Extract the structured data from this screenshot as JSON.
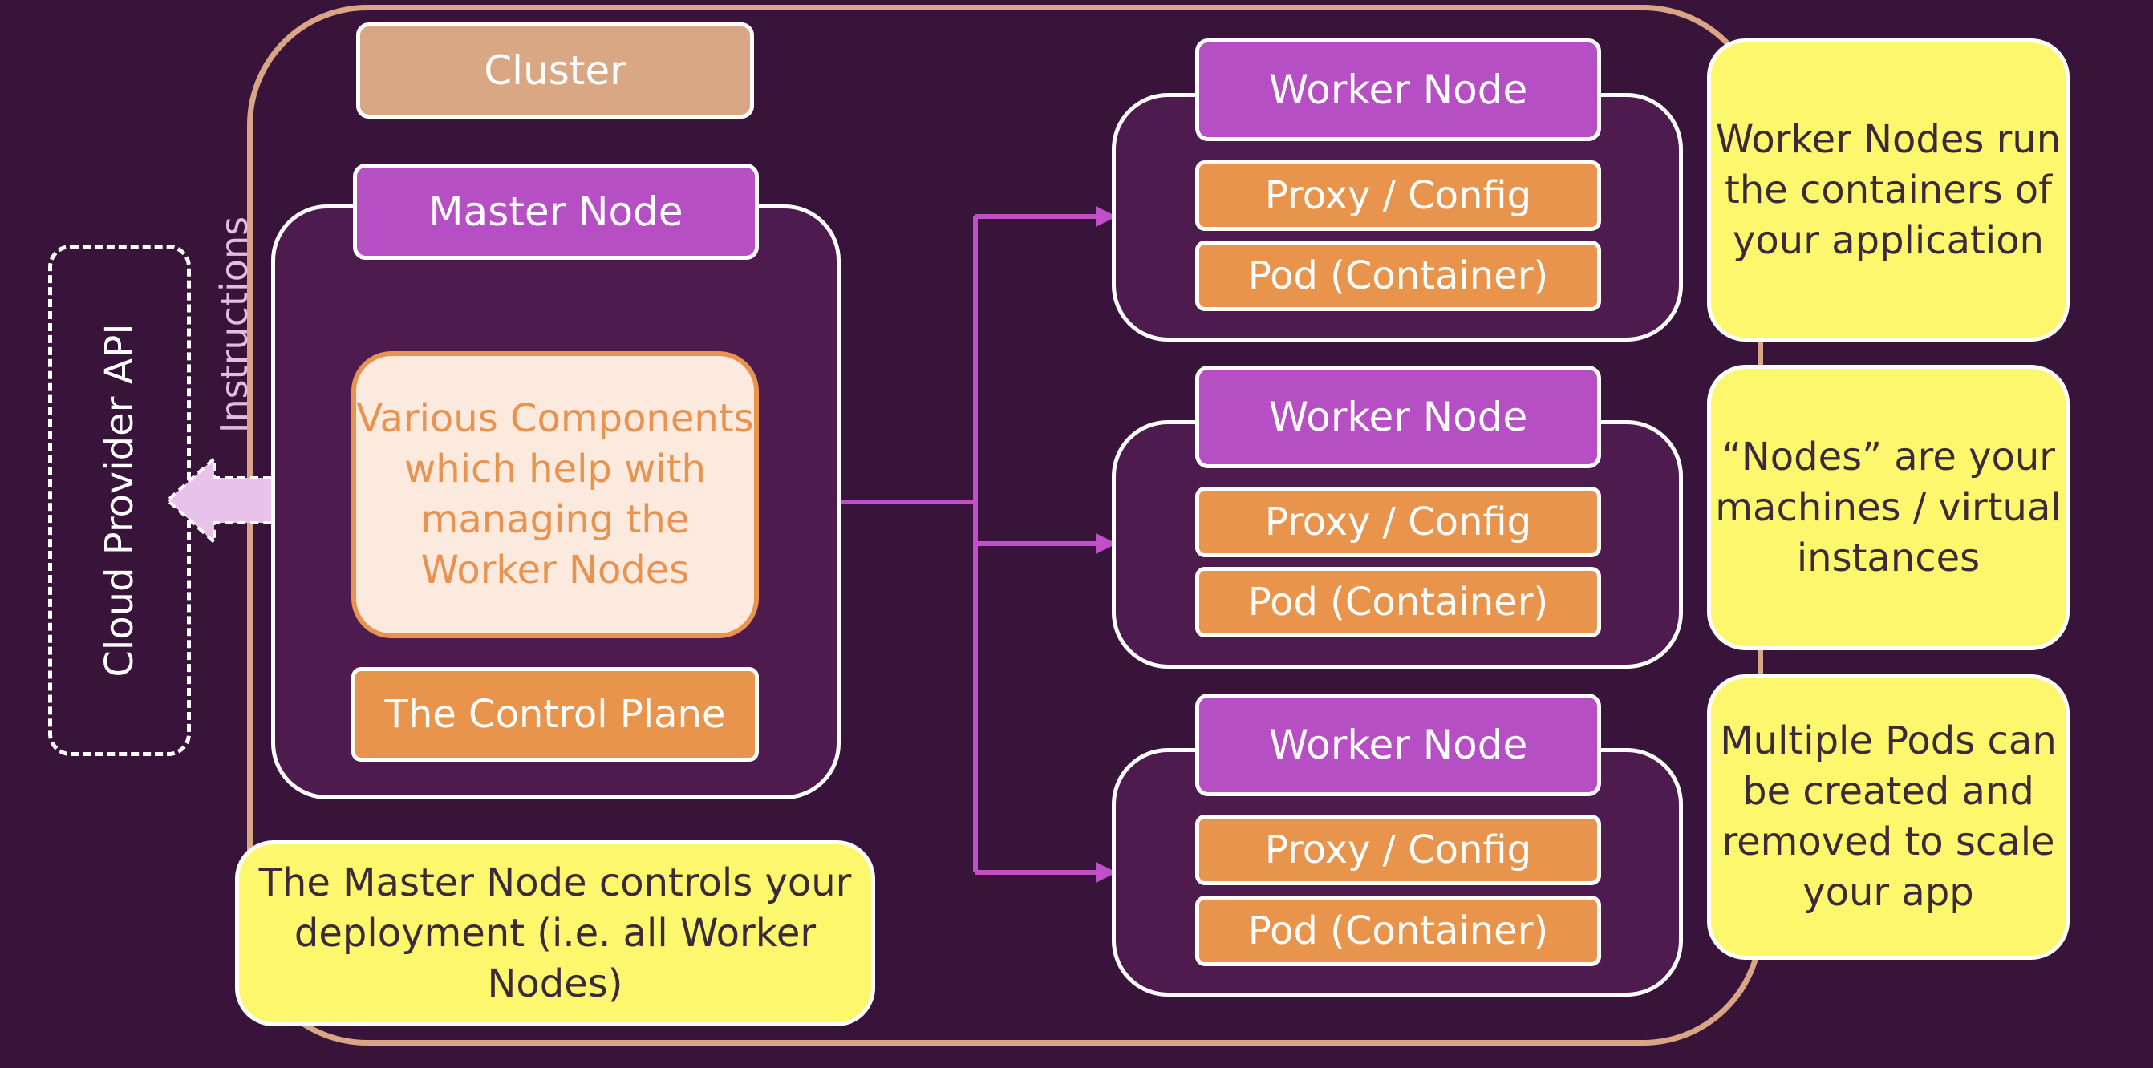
{
  "colors": {
    "background": "#38143a",
    "cluster_border": "#d9a584",
    "cluster_tag": "#d9a784",
    "node_tag": "#b64ec4",
    "node_panel": "#4d1b4e",
    "orange": "#e8944d",
    "components_fill": "#fbeadd",
    "note_yellow": "#fdf76e",
    "connector": "#c04fc8",
    "arrow": "#e8c2ea"
  },
  "cloud_provider": {
    "label": "Cloud Provider API",
    "arrow_label": "Instructions"
  },
  "cluster": {
    "label": "Cluster"
  },
  "master_node": {
    "label": "Master Node",
    "components": "Various Components which help with managing the Worker Nodes",
    "control_plane": "The Control Plane",
    "note": "The Master Node controls your deployment (i.e. all Worker Nodes)"
  },
  "worker_nodes": [
    {
      "label": "Worker Node",
      "proxy": "Proxy / Config",
      "pod": "Pod (Container)"
    },
    {
      "label": "Worker Node",
      "proxy": "Proxy / Config",
      "pod": "Pod (Container)"
    },
    {
      "label": "Worker Node",
      "proxy": "Proxy / Config",
      "pod": "Pod (Container)"
    }
  ],
  "notes": [
    "Worker Nodes run the containers of your application",
    "“Nodes” are your machines / virtual instances",
    "Multiple Pods can be created and removed to scale your app"
  ]
}
